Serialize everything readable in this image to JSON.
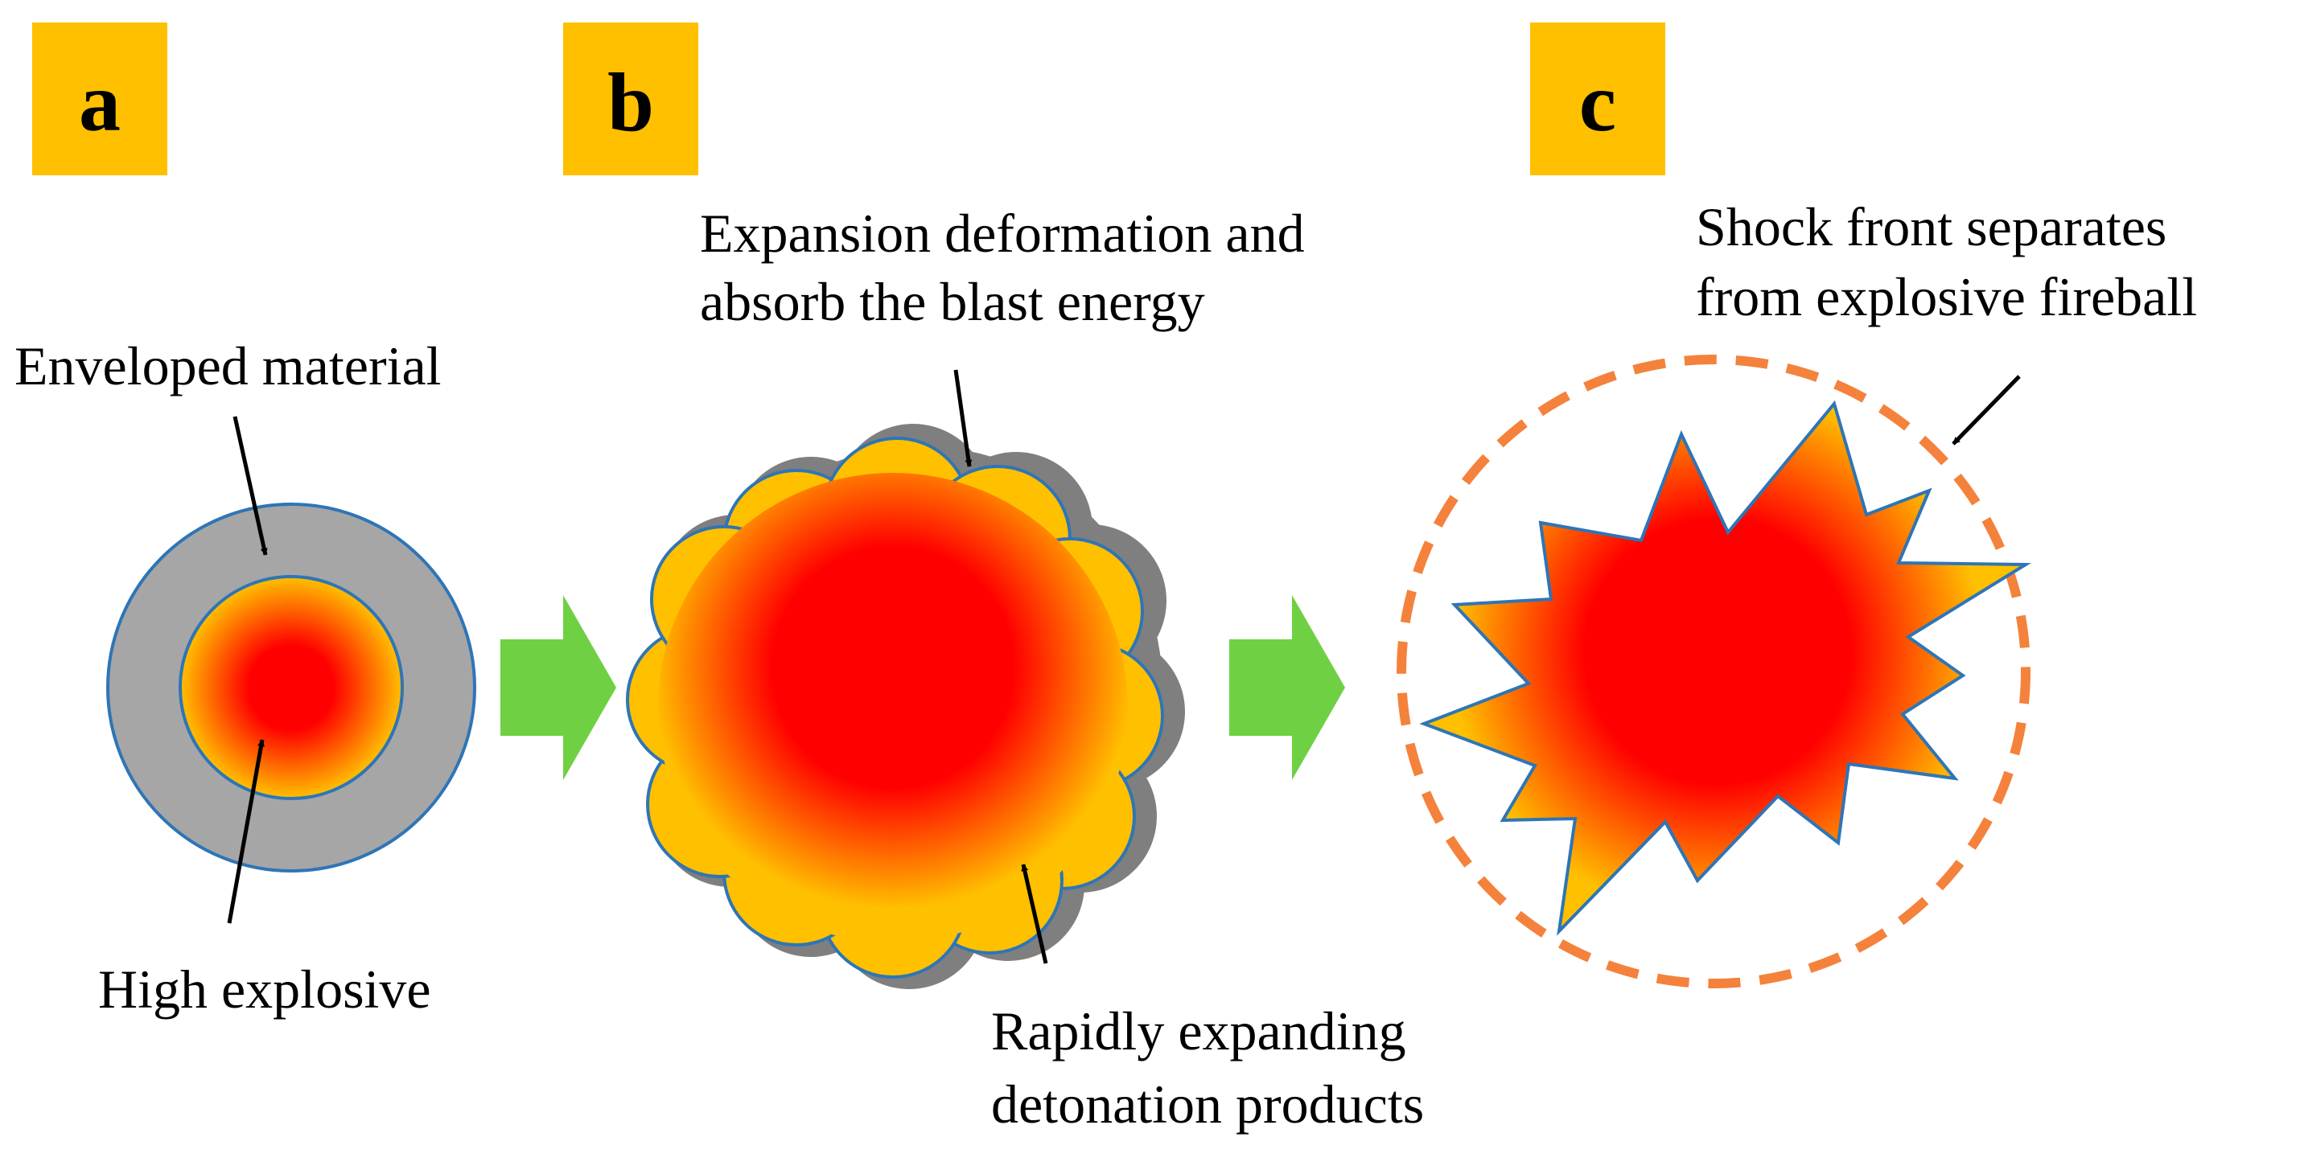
{
  "panels": {
    "a": {
      "letter": "a"
    },
    "b": {
      "letter": "b"
    },
    "c": {
      "letter": "c"
    }
  },
  "labels": {
    "enveloped_material": "Enveloped material",
    "high_explosive": "High explosive",
    "expansion_line1": "Expansion deformation and",
    "expansion_line2": "absorb the blast energy",
    "rapidly_line1": "Rapidly expanding",
    "rapidly_line2": "detonation products",
    "shock_line1": "Shock front separates",
    "shock_line2": "from explosive fireball"
  },
  "colors": {
    "panel_tag_bg": "#FFC000",
    "casing_gray": "#A6A6A6",
    "casing_dark_gray": "#7F7F7F",
    "explosive_yellow": "#FFC000",
    "explosive_red": "#FF0000",
    "outline_blue": "#2E75B6",
    "arrow_green": "#70D044",
    "shock_orange": "#F4823C"
  }
}
